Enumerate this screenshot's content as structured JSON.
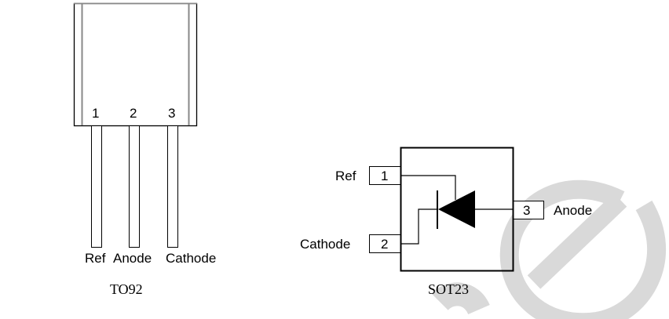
{
  "watermark": {
    "color": "#d9d9d9"
  },
  "to92": {
    "package_label": "TO92",
    "pin_numbers": [
      "1",
      "2",
      "3"
    ],
    "pin_names": [
      "Ref",
      "Anode",
      "Cathode"
    ]
  },
  "sot23": {
    "package_label": "SOT23",
    "pins": [
      {
        "number": "1",
        "name": "Ref"
      },
      {
        "number": "2",
        "name": "Cathode"
      },
      {
        "number": "3",
        "name": "Anode"
      }
    ]
  }
}
